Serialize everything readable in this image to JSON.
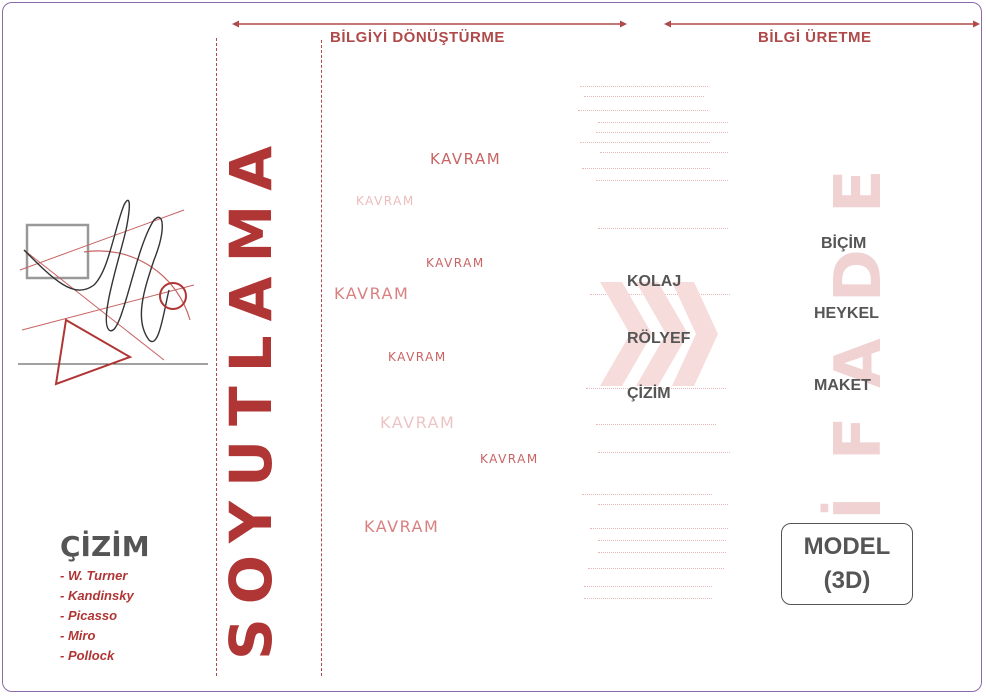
{
  "headers": {
    "left": "BİLGİYİ DÖNÜŞTÜRME",
    "right": "BİLGİ ÜRETME"
  },
  "vertical": {
    "soyutlama": "SOYUTLAMA",
    "ifade": "İFADE"
  },
  "kavram_words": [
    "KAVRAM",
    "KAVRAM",
    "KAVRAM",
    "KAVRAM",
    "KAVRAM",
    "KAVRAM",
    "KAVRAM",
    "KAVRAM"
  ],
  "middle_items": [
    "KOLAJ",
    "RÖLYEF",
    "ÇİZİM"
  ],
  "right_items": [
    "BİÇİM",
    "HEYKEL",
    "MAKET"
  ],
  "model": {
    "line1": "MODEL",
    "line2": "(3D)"
  },
  "cizim": {
    "title": "ÇİZİM",
    "artists": [
      "- W. Turner",
      "- Kandinsky",
      "- Picasso",
      "- Miro",
      "- Pollock"
    ]
  },
  "colors": {
    "accent": "#b03535",
    "faded": "#f0d2d2",
    "text": "#555555",
    "border": "#8e6aa8"
  }
}
